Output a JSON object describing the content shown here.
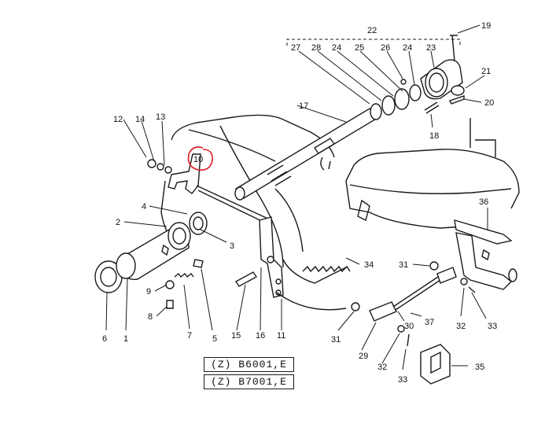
{
  "callouts": {
    "c1": "1",
    "c2": "2",
    "c3": "3",
    "c4": "4",
    "c5": "5",
    "c6": "6",
    "c7": "7",
    "c8": "8",
    "c9": "9",
    "c10": "10",
    "c11": "11",
    "c12": "12",
    "c13": "13",
    "c14": "14",
    "c15": "15",
    "c16": "16",
    "c17": "17",
    "c18": "18",
    "c19": "19",
    "c20": "20",
    "c21": "21",
    "c22": "22",
    "c23": "23",
    "c24a": "24",
    "c24b": "24",
    "c25": "25",
    "c26": "26",
    "c27": "27",
    "c28": "28",
    "c29": "29",
    "c30": "30",
    "c31a": "31",
    "c31b": "31",
    "c32a": "32",
    "c32b": "32",
    "c33a": "33",
    "c33b": "33",
    "c34": "34",
    "c35": "35",
    "c36": "36",
    "c37": "37"
  },
  "model_labels": {
    "first": "(Z) B6001,E",
    "second": "(Z) B7001,E"
  },
  "highlight": {
    "part": "10",
    "color": "#e0202a"
  }
}
